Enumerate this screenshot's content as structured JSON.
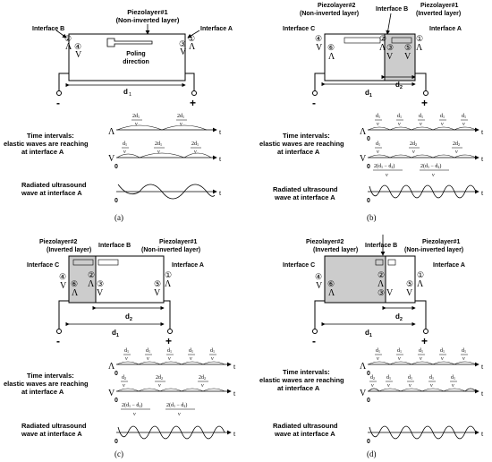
{
  "labels": {
    "layer1_title": "Piezolayer#1",
    "layer1_noninv": "(Non-inverted layer)",
    "layer1_inv": "(Inverted layer)",
    "layer2_title": "Piezolayer#2",
    "layer2_noninv": "(Non-inverted layer)",
    "layer2_inv": "(Inverted layer)",
    "interface_a": "Interface A",
    "interface_b": "Interface B",
    "interface_c": "Interface C",
    "poling1": "Poling",
    "poling2": "direction",
    "d1": "d",
    "d1_sub": "1",
    "d2": "d",
    "d2_sub": "2",
    "minus": "-",
    "plus": "+",
    "time1": "Time intervals:",
    "time2": "elastic waves are reaching",
    "time3": "at interface A",
    "rad1": "Radiated ultrasound",
    "rad2": "wave at interface A",
    "axis_t": "t",
    "axis_0": "0",
    "v": "v",
    "frac_2d1": "2d",
    "frac_d1": "d",
    "frac_d2": "d",
    "frac_2d2": "2d",
    "frac_diff": "2(d",
    "frac_diff_mid": " − d",
    "frac_diff_end": ")"
  },
  "circled": [
    "①",
    "②",
    "③",
    "④",
    "⑤",
    "⑥"
  ],
  "panels": [
    {
      "id": "a",
      "caption": "(a)"
    },
    {
      "id": "b",
      "caption": "(b)"
    },
    {
      "id": "c",
      "caption": "(c)"
    },
    {
      "id": "d",
      "caption": "(d)"
    }
  ]
}
